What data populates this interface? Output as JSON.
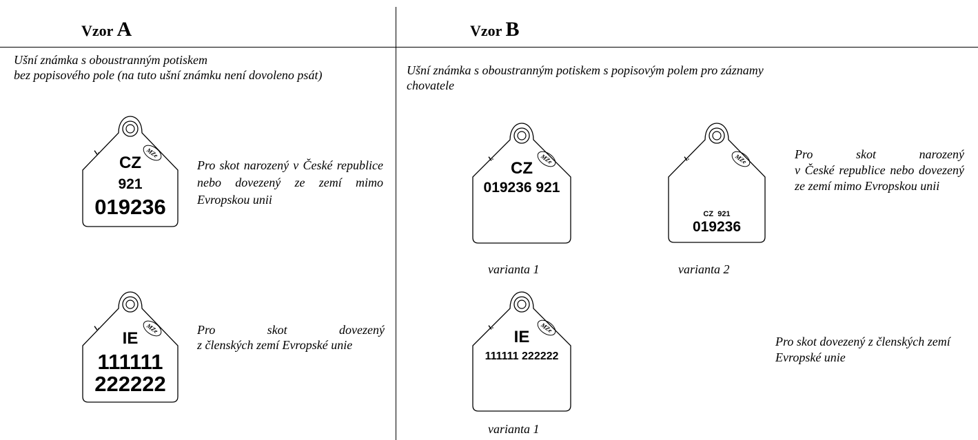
{
  "headers": {
    "a": {
      "prefix": "Vzor ",
      "letter": "A"
    },
    "b": {
      "prefix": "Vzor ",
      "letter": "B"
    }
  },
  "panel_a": {
    "description_1": "Ušní známka s oboustranným potiskem",
    "description_2": "bez popisového pole (na tuto ušní známku není dovoleno psát)",
    "tag1": {
      "mark": "I.",
      "logo": "MZe",
      "country": "CZ",
      "line2": "921",
      "line3": "019236"
    },
    "text1": "Pro skot narozený v České republice nebo dovezený ze zemí mimo Evropskou unii",
    "tag2": {
      "mark": "I.",
      "logo": "MZe",
      "country": "IE",
      "line2": "111111",
      "line3": "222222"
    },
    "text2_line1": "Pro skot dovezený",
    "text2_rest": "z členských zemí Evropské unie"
  },
  "panel_b": {
    "description": "Ušní známka s oboustranným potiskem s popisovým polem pro záznamy chovatele",
    "tag_v1": {
      "mark": "I.",
      "logo": "MZe",
      "country": "CZ",
      "number": "019236 921"
    },
    "tag_v2": {
      "mark": "I.",
      "logo": "MZe",
      "small": "CZ  921",
      "number": "019236"
    },
    "caption_v1": "varianta 1",
    "caption_v2": "varianta 2",
    "text1_line1": "Pro skot narozený",
    "text1_rest": "v České republice nebo dovezený ze zemí mimo Evropskou unii",
    "tag_ie": {
      "mark": "I.",
      "logo": "MZe",
      "country": "IE",
      "number": "111111 222222"
    },
    "caption_ie": "varianta 1",
    "text2": "Pro skot dovezený z členských zemí Evropské unie"
  }
}
